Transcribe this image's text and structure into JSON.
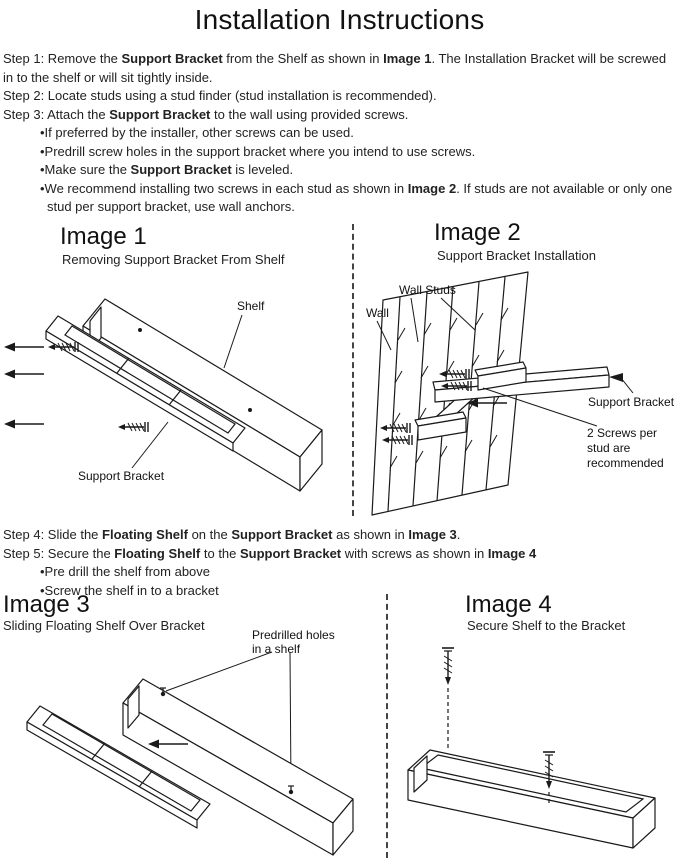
{
  "colors": {
    "ink": "#1a1a1a"
  },
  "title": "Installation Instructions",
  "instructions_top": {
    "lines": [
      {
        "indent": 0,
        "segments": [
          {
            "t": "Step 1: Remove the "
          },
          {
            "t": "Support Bracket",
            "b": true
          },
          {
            "t": " from the Shelf as shown in "
          },
          {
            "t": "Image 1",
            "b": true
          },
          {
            "t": ". The Installation Bracket will be screwed in to the shelf or will sit tightly inside."
          }
        ]
      },
      {
        "indent": 0,
        "segments": [
          {
            "t": "Step 2: Locate studs using a stud finder (stud installation is recommended)."
          }
        ]
      },
      {
        "indent": 0,
        "segments": [
          {
            "t": "Step 3: Attach the "
          },
          {
            "t": "Support Bracket",
            "b": true
          },
          {
            "t": " to the wall using provided screws."
          }
        ]
      },
      {
        "indent": 1,
        "segments": [
          {
            "t": "•If preferred by the installer, other screws can be used."
          }
        ]
      },
      {
        "indent": 1,
        "segments": [
          {
            "t": "•Predrill screw holes in the support bracket where you intend to use screws."
          }
        ]
      },
      {
        "indent": 1,
        "segments": [
          {
            "t": "•Make sure the "
          },
          {
            "t": "Support Bracket",
            "b": true
          },
          {
            "t": " is leveled."
          }
        ]
      },
      {
        "indent": 1,
        "segments": [
          {
            "t": "•We recommend installing two screws in each stud as shown in "
          },
          {
            "t": "Image 2",
            "b": true
          },
          {
            "t": ". If studs are not available or only one stud per support bracket, use wall anchors."
          }
        ]
      }
    ]
  },
  "instructions_bottom": {
    "lines": [
      {
        "indent": 0,
        "segments": [
          {
            "t": "Step 4: Slide the "
          },
          {
            "t": "Floating Shelf",
            "b": true
          },
          {
            "t": " on the "
          },
          {
            "t": "Support Bracket",
            "b": true
          },
          {
            "t": " as shown in "
          },
          {
            "t": "Image 3",
            "b": true
          },
          {
            "t": "."
          }
        ]
      },
      {
        "indent": 0,
        "segments": [
          {
            "t": "Step 5: Secure the "
          },
          {
            "t": "Floating Shelf",
            "b": true
          },
          {
            "t": " to the "
          },
          {
            "t": "Support Bracket",
            "b": true
          },
          {
            "t": " with screws as shown in "
          },
          {
            "t": "Image 4",
            "b": true
          }
        ]
      },
      {
        "indent": 1,
        "segments": [
          {
            "t": "•Pre drill the shelf from above"
          }
        ]
      },
      {
        "indent": 1,
        "segments": [
          {
            "t": "•Screw the shelf in to a bracket"
          }
        ]
      }
    ]
  },
  "figures": {
    "figure1": {
      "heading": "Image 1",
      "subtitle": "Removing Support Bracket From Shelf",
      "labels": {
        "shelf": "Shelf",
        "support_bracket": "Support Bracket"
      }
    },
    "figure2": {
      "heading": "Image 2",
      "subtitle": "Support Bracket Installation",
      "labels": {
        "wall_studs": "Wall Studs",
        "wall": "Wall",
        "support_bracket": "Support Bracket",
        "screws_note": [
          "2 Screws per",
          "stud are",
          "recommended"
        ]
      }
    },
    "figure3": {
      "heading": "Image 3",
      "subtitle": "Sliding Floating Shelf Over Bracket",
      "labels": {
        "predrilled_note": [
          "Predrilled holes",
          "in a shelf"
        ]
      }
    },
    "figure4": {
      "heading": "Image 4",
      "subtitle": "Secure Shelf to the Bracket"
    }
  }
}
